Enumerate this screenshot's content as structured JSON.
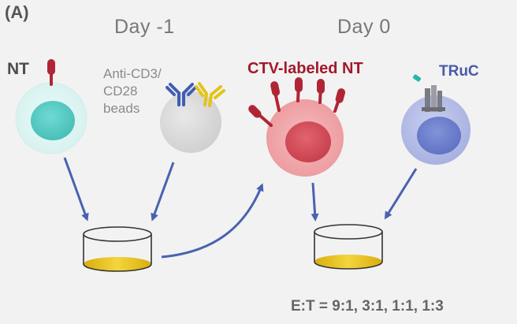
{
  "panel_label": "(A)",
  "day_minus1": "Day -1",
  "day_0": "Day 0",
  "nt_label": "NT",
  "beads_label_lines": [
    "Anti-CD3/",
    "CD28",
    "beads"
  ],
  "ctv_label": "CTV-labeled NT",
  "truc_label": "TRuC",
  "ratio_label": "E:T = 9:1, 3:1, 1:1, 1:3",
  "colors": {
    "arrow": "#4a62b0",
    "ctv_text": "#a3182b",
    "truc_text": "#4a5aa8",
    "nt_cell_outer": "#dff5f3",
    "nt_cell_nucleus": "#5bcdc6",
    "grey_cell": "#d9d9d9",
    "ctv_cell_outer": "#f0a3a6",
    "ctv_cell_nucleus": "#d64e5a",
    "truc_cell_outer": "#b5bde6",
    "truc_cell_nucleus": "#6d80cd",
    "receptor_red": "#b02535",
    "bead_blue": "#3f5db3",
    "bead_yellow": "#e3c31a",
    "truc_receptor_gray": "#8f8f98",
    "truc_teal_tag": "#27b8a4",
    "dish_fill": "#e6c11e"
  },
  "icons": [
    "nt-cell-icon",
    "bead-stimulated-cell-icon",
    "ctv-labeled-cell-icon",
    "truc-cell-icon",
    "culture-dish-icon",
    "flow-arrow-icon"
  ]
}
